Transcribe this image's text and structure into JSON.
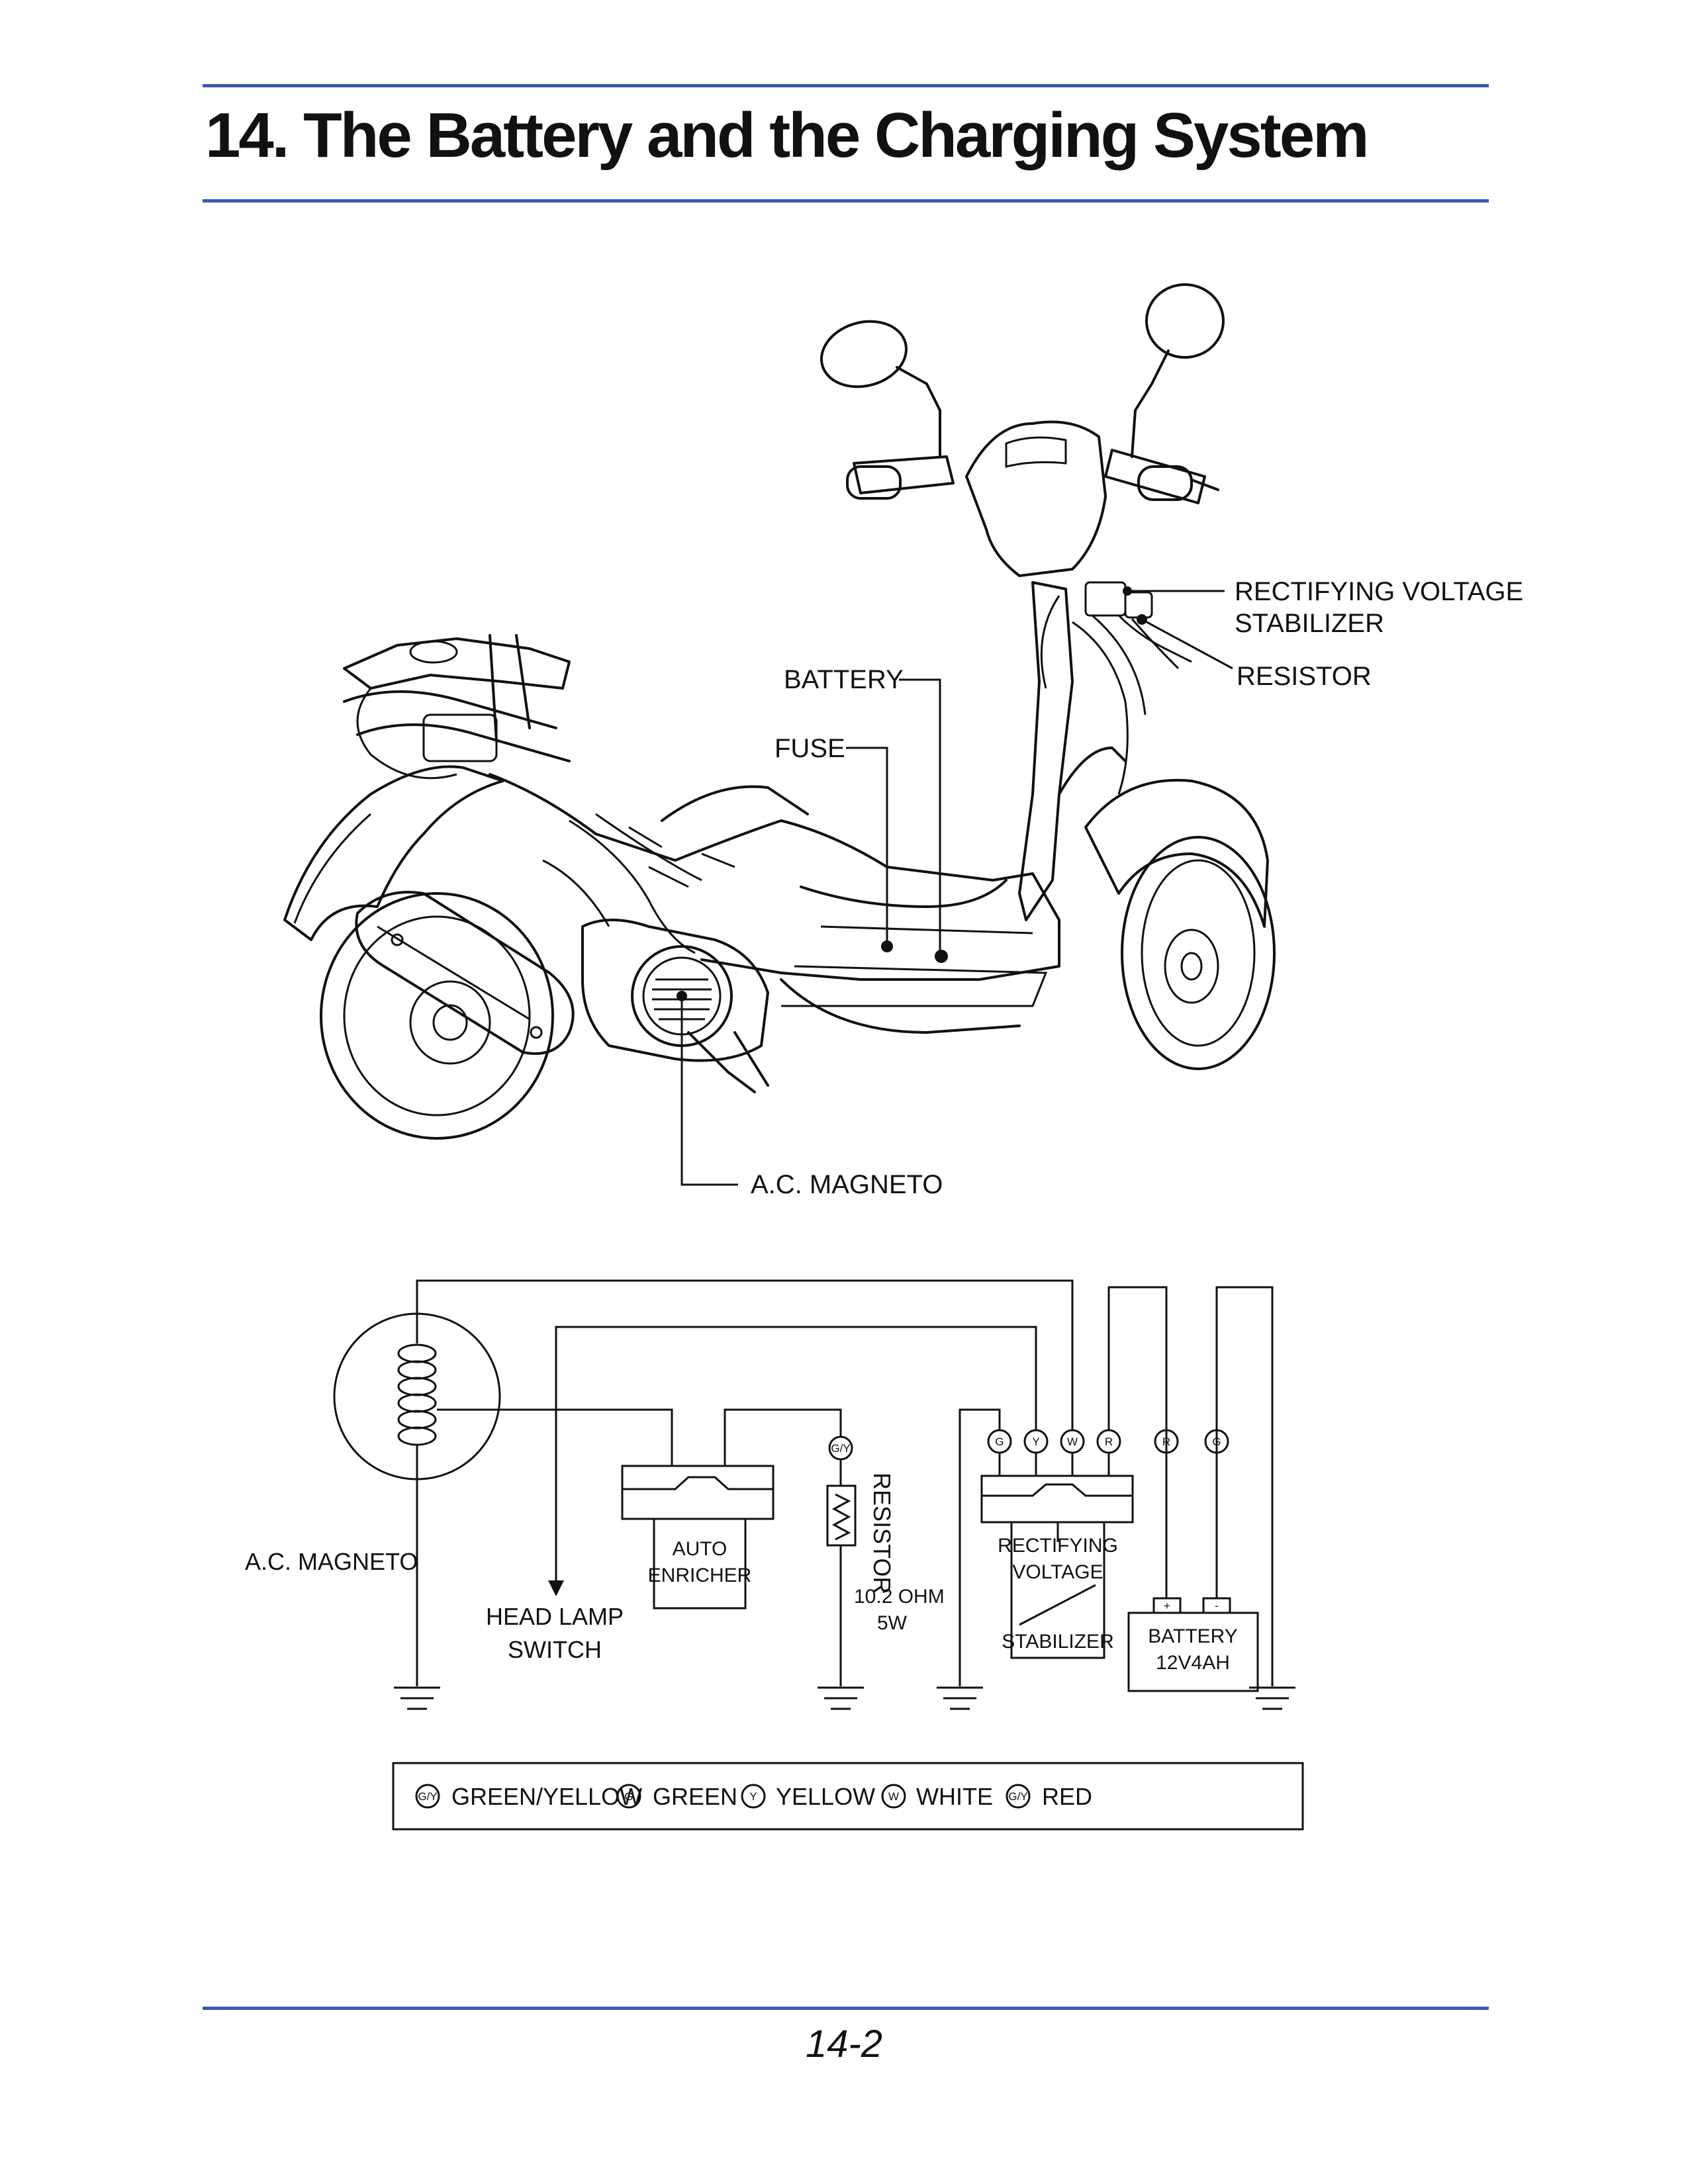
{
  "title": "14. The Battery and the Charging System",
  "page_number": "14-2",
  "illustration": {
    "callouts": {
      "rectifier_line1": "RECTIFYING VOLTAGE",
      "rectifier_line2": "STABILIZER",
      "resistor": "RESISTOR",
      "battery": "BATTERY",
      "fuse": "FUSE",
      "magneto": "A.C. MAGNETO"
    }
  },
  "wiring": {
    "magneto_label": "A.C. MAGNETO",
    "head_lamp_line1": "HEAD LAMP",
    "head_lamp_line2": "SWITCH",
    "auto_enricher_line1": "AUTO",
    "auto_enricher_line2": "ENRICHER",
    "resistor_label": "RESISTOR",
    "resistor_value_line1": "10.2 OHM",
    "resistor_value_line2": "5W",
    "rectifier_line1": "RECTIFYING",
    "rectifier_line2": "VOLTAGE",
    "rectifier_line3": "STABILIZER",
    "battery_line1": "BATTERY",
    "battery_line2": "12V4AH",
    "battery_plus": "+",
    "battery_minus": "-",
    "terminals": {
      "resistor_top": "G/Y",
      "rect_1": "G",
      "rect_2": "Y",
      "rect_3": "W",
      "rect_4": "R",
      "batt_pos": "R",
      "batt_neg": "G"
    }
  },
  "legend": [
    {
      "code": "G/Y",
      "label": "GREEN/YELLOW"
    },
    {
      "code": "G",
      "label": "GREEN"
    },
    {
      "code": "Y",
      "label": "YELLOW"
    },
    {
      "code": "W",
      "label": "WHITE"
    },
    {
      "code": "G/Y",
      "label": "RED"
    }
  ],
  "colors": {
    "rule": "#3a5bb0",
    "ink": "#111111"
  }
}
